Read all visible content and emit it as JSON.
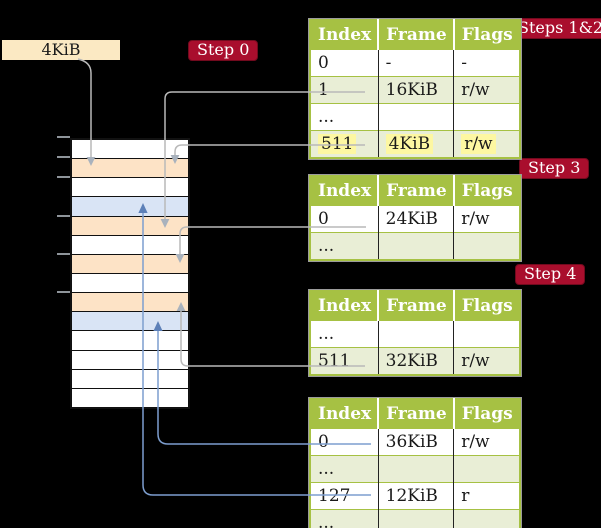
{
  "colors": {
    "badge_red": "#a90e2d",
    "table_header_green": "#a6c143",
    "table_row_green": "#e9eed6",
    "highlight_yellow": "#fdf7a2",
    "frame_box_cream": "#fbe9c3",
    "stack_table_peach": "#fde3c6",
    "stack_mapped_blue": "#d9e4f5",
    "arrow_gray": "#b9b9b9",
    "arrow_blue": "#7d9ecf"
  },
  "frame_box": {
    "label": "4KiB"
  },
  "badges": [
    {
      "label": "Step 0"
    },
    {
      "label": "Steps 1&2"
    },
    {
      "label": "Step 3"
    },
    {
      "label": "Step 4"
    }
  ],
  "tables": [
    {
      "name": "level-4-page-table",
      "headers": [
        "Index",
        "Frame",
        "Flags"
      ],
      "rows": [
        {
          "cells": [
            "0",
            "-",
            "-"
          ],
          "shaded": false,
          "highlight": false
        },
        {
          "cells": [
            "1",
            "16KiB",
            "r/w"
          ],
          "shaded": true,
          "highlight": false
        },
        {
          "cells": [
            "...",
            "",
            ""
          ],
          "shaded": false,
          "highlight": false
        },
        {
          "cells": [
            "511",
            "4KiB",
            "r/w"
          ],
          "shaded": true,
          "highlight": true
        }
      ]
    },
    {
      "name": "level-3-page-table",
      "headers": [
        "Index",
        "Frame",
        "Flags"
      ],
      "rows": [
        {
          "cells": [
            "0",
            "24KiB",
            "r/w"
          ],
          "shaded": false,
          "highlight": false
        },
        {
          "cells": [
            "...",
            "",
            ""
          ],
          "shaded": true,
          "highlight": false
        }
      ]
    },
    {
      "name": "level-2-page-table",
      "headers": [
        "Index",
        "Frame",
        "Flags"
      ],
      "rows": [
        {
          "cells": [
            "...",
            "",
            ""
          ],
          "shaded": false,
          "highlight": false
        },
        {
          "cells": [
            "511",
            "32KiB",
            "r/w"
          ],
          "shaded": true,
          "highlight": false
        }
      ]
    },
    {
      "name": "level-1-page-table",
      "headers": [
        "Index",
        "Frame",
        "Flags"
      ],
      "rows": [
        {
          "cells": [
            "0",
            "36KiB",
            "r/w"
          ],
          "shaded": false,
          "highlight": false
        },
        {
          "cells": [
            "...",
            "",
            ""
          ],
          "shaded": true,
          "highlight": false
        },
        {
          "cells": [
            "127",
            "12KiB",
            "r"
          ],
          "shaded": false,
          "highlight": false
        },
        {
          "cells": [
            "...",
            "",
            ""
          ],
          "shaded": true,
          "highlight": false
        }
      ]
    }
  ],
  "memory_stack": {
    "rows": [
      {
        "type": "free"
      },
      {
        "type": "table"
      },
      {
        "type": "free"
      },
      {
        "type": "mapped"
      },
      {
        "type": "table"
      },
      {
        "type": "free"
      },
      {
        "type": "table"
      },
      {
        "type": "free"
      },
      {
        "type": "table"
      },
      {
        "type": "mapped"
      },
      {
        "type": "free"
      },
      {
        "type": "free"
      },
      {
        "type": "free"
      },
      {
        "type": "free"
      }
    ]
  }
}
